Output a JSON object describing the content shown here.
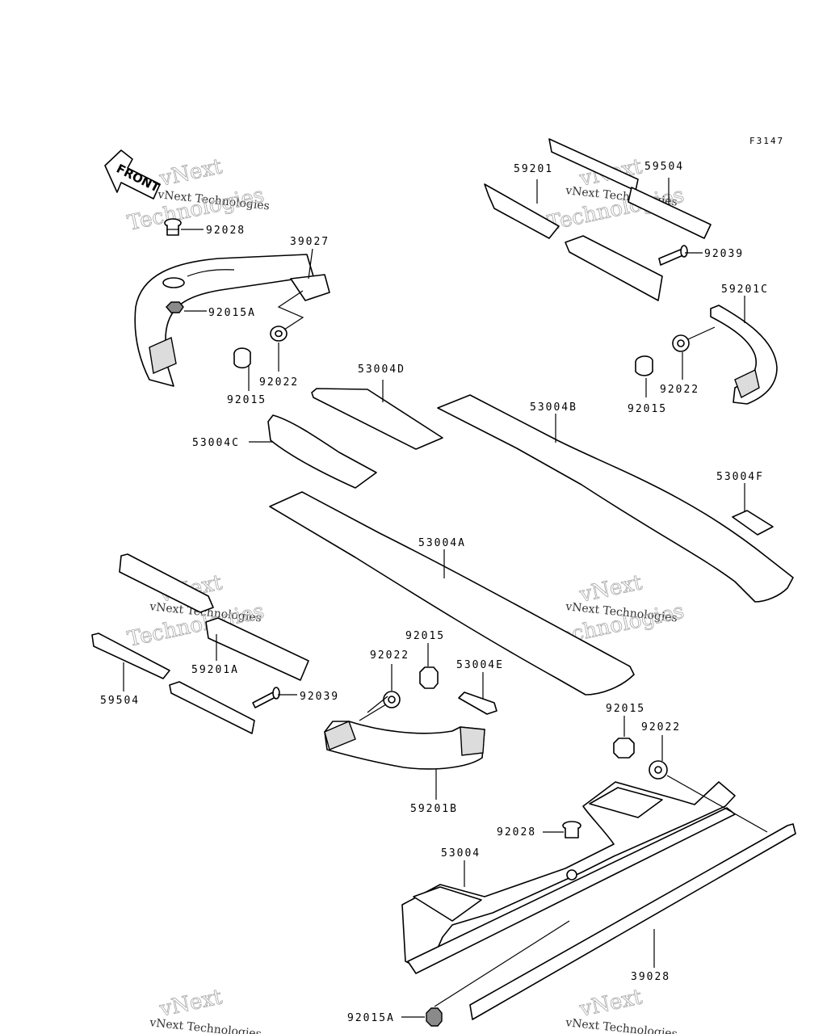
{
  "figure_code": "F3147",
  "front_marker": "FRONT",
  "watermark": {
    "line1": "vNext",
    "line2": "vNext Technologies",
    "line3": "Technologies"
  },
  "labels": {
    "p92028_top": "92028",
    "p39027": "39027",
    "p92015A_top": "92015A",
    "p92022_left": "92022",
    "p92015_left": "92015",
    "p53004D": "53004D",
    "p53004C": "53004C",
    "p59201": "59201",
    "p59504_top": "59504",
    "p92039_top": "92039",
    "p59201C": "59201C",
    "p92022_right": "92022",
    "p92015_right": "92015",
    "p53004B": "53004B",
    "p53004F": "53004F",
    "p53004A": "53004A",
    "p59201A": "59201A",
    "p59504_bottom": "59504",
    "p92039_bottom": "92039",
    "p92022_mid": "92022",
    "p92015_mid": "92015",
    "p53004E": "53004E",
    "p59201B": "59201B",
    "p92015_low": "92015",
    "p92022_low": "92022",
    "p92028_low": "92028",
    "p53004": "53004",
    "p39028": "39028",
    "p92015A_bottom": "92015A"
  }
}
